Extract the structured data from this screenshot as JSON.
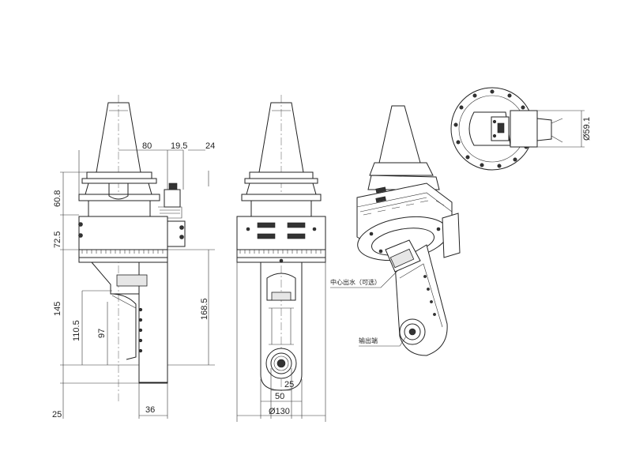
{
  "side_view": {
    "dim_80": "80",
    "dim_19_5": "19.5",
    "dim_24": "24",
    "dim_60_8": "60.8",
    "dim_72_5": "72.5",
    "dim_145": "145",
    "dim_110_5": "110.5",
    "dim_97": "97",
    "dim_168_5": "168.5",
    "dim_25": "25",
    "dim_36": "36"
  },
  "front_view": {
    "dim_25": "25",
    "dim_50": "50",
    "dim_130": "Ø130"
  },
  "iso_view": {
    "label_coolant": "中心出水（可选）",
    "label_output": "输出端"
  },
  "top_view": {
    "dim_59": "Ø59.1"
  },
  "colors": {
    "line": "#222222",
    "background": "#ffffff"
  }
}
